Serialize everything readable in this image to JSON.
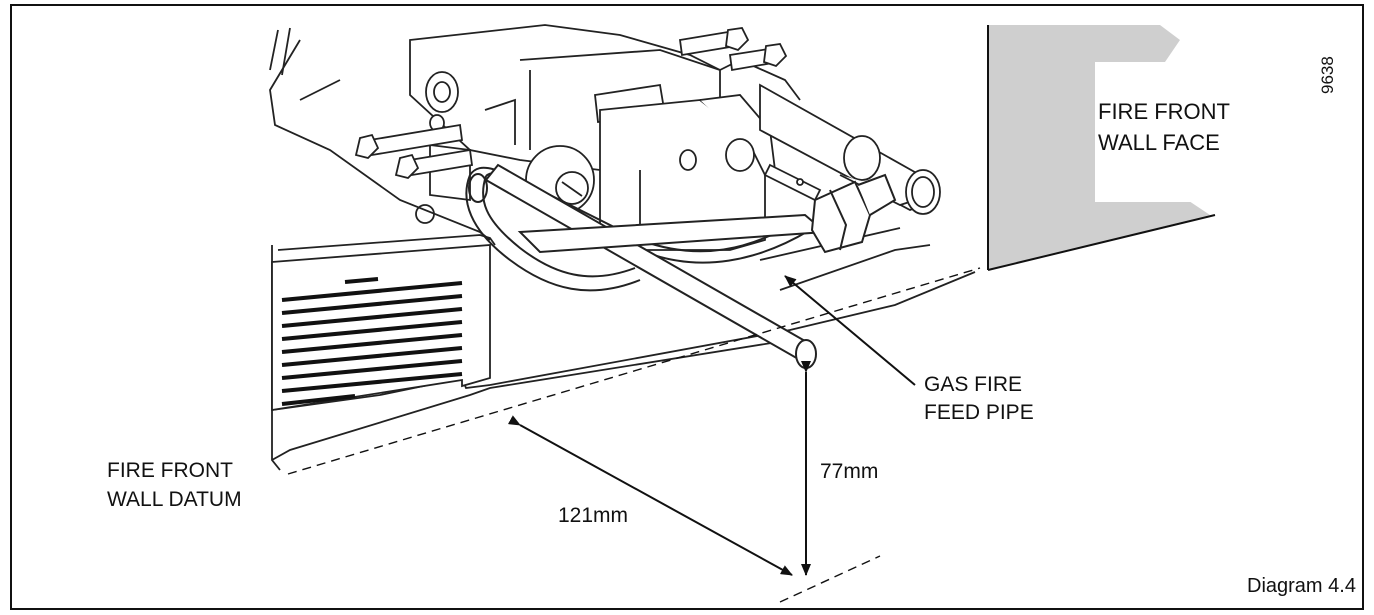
{
  "labels": {
    "fire_front_wall_face": [
      "FIRE FRONT",
      "WALL FACE"
    ],
    "gas_fire_feed_pipe": [
      "GAS FIRE",
      "FEED PIPE"
    ],
    "fire_front_wall_datum": [
      "FIRE FRONT",
      "WALL DATUM"
    ],
    "dimension_height": "77mm",
    "dimension_depth": "121mm",
    "figure_number": "9638",
    "caption": "Diagram  4.4"
  }
}
